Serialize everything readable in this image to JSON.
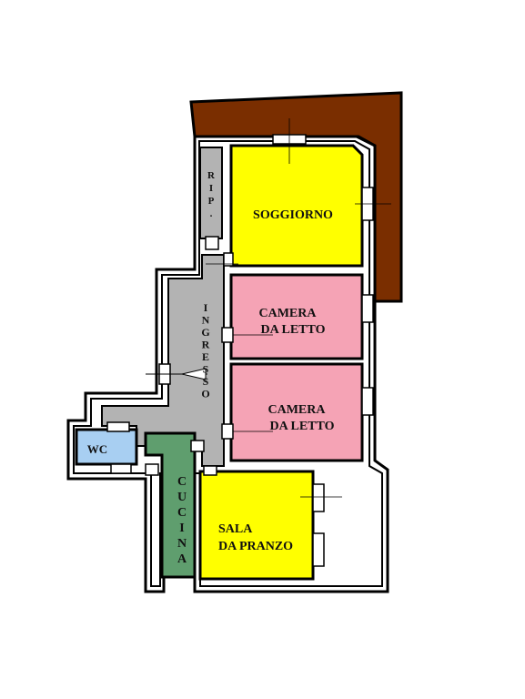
{
  "rooms": {
    "rip": {
      "label": "RIP.",
      "color": "#b3b3b3"
    },
    "soggiorno": {
      "label": "SOGGIORNO",
      "color": "#ffff00"
    },
    "camera1": {
      "line1": "CAMERA",
      "line2": "DA LETTO",
      "color": "#f5a3b5"
    },
    "camera2": {
      "line1": "CAMERA",
      "line2": "DA LETTO",
      "color": "#f5a3b5"
    },
    "ingresso": {
      "label": "INGRESSO",
      "color": "#b3b3b3"
    },
    "wc": {
      "label": "WC",
      "color": "#a8cff2"
    },
    "cucina": {
      "label": "CUCINA",
      "color": "#5f9e6e"
    },
    "sala": {
      "line1": "SALA",
      "line2": "DA PRANZO",
      "color": "#ffff00"
    }
  },
  "terraces": {
    "color": "#7a2e00"
  },
  "walls": {
    "color": "#000000"
  }
}
